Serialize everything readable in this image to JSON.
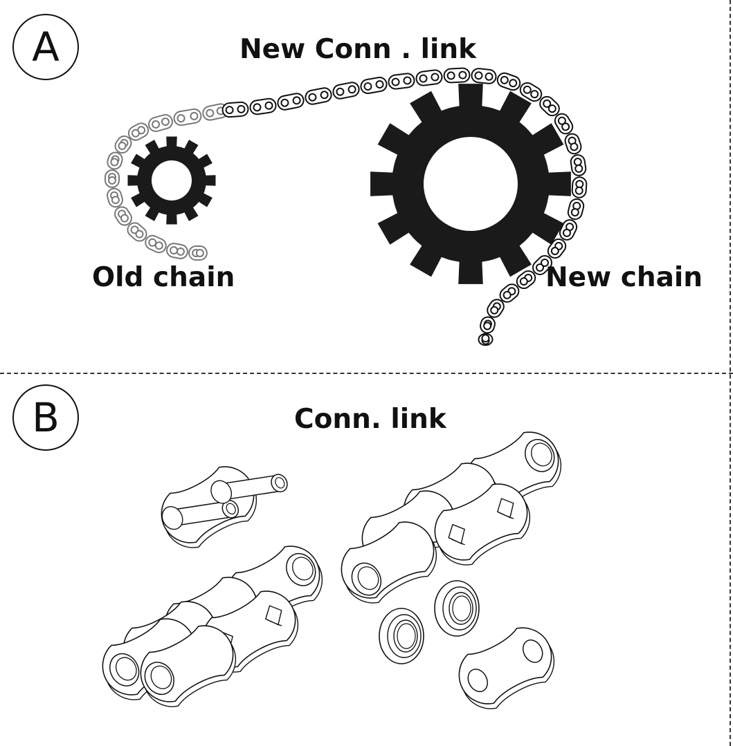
{
  "panel_a": {
    "badge": "A",
    "labels": {
      "new_conn_link": "New Conn . link",
      "old_chain": "Old chain",
      "new_chain": "New chain"
    }
  },
  "panel_b": {
    "badge": "B",
    "labels": {
      "conn_link": "Conn. link"
    }
  },
  "colors": {
    "ink": "#111111",
    "old_chain": "#777777",
    "gear": "#1a1a1a"
  }
}
